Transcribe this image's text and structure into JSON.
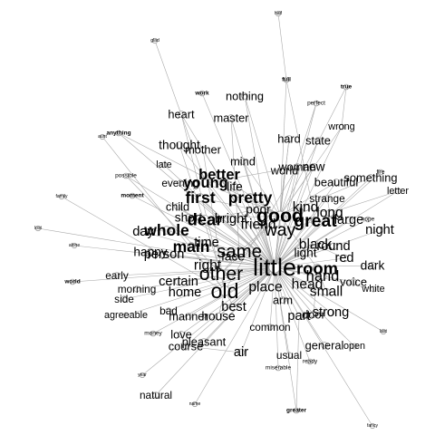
{
  "graph": {
    "nodes": [
      {
        "id": "half",
        "label": "half",
        "weight": 1,
        "bold": false
      },
      {
        "id": "glad",
        "label": "glad",
        "weight": 1,
        "bold": false
      },
      {
        "id": "full",
        "label": "full",
        "weight": 2,
        "bold": true
      },
      {
        "id": "true",
        "label": "true",
        "weight": 2,
        "bold": true
      },
      {
        "id": "work",
        "label": "work",
        "weight": 2,
        "bold": true
      },
      {
        "id": "nothing",
        "label": "nothing",
        "weight": 5,
        "bold": false
      },
      {
        "id": "perfect",
        "label": "perfect",
        "weight": 2,
        "bold": false
      },
      {
        "id": "heart",
        "label": "heart",
        "weight": 5,
        "bold": false
      },
      {
        "id": "master",
        "label": "master",
        "weight": 5,
        "bold": false
      },
      {
        "id": "wrong",
        "label": "wrong",
        "weight": 3,
        "bold": false
      },
      {
        "id": "aunt",
        "label": "aunt",
        "weight": 1,
        "bold": false
      },
      {
        "id": "anything",
        "label": "anything",
        "weight": 2,
        "bold": true
      },
      {
        "id": "hard",
        "label": "hard",
        "weight": 5,
        "bold": false
      },
      {
        "id": "state",
        "label": "state",
        "weight": 5,
        "bold": false
      },
      {
        "id": "thought",
        "label": "thought",
        "weight": 6,
        "bold": false
      },
      {
        "id": "mother",
        "label": "mother",
        "weight": 5,
        "bold": false
      },
      {
        "id": "mind",
        "label": "mind",
        "weight": 5,
        "bold": false
      },
      {
        "id": "woman",
        "label": "woman",
        "weight": 5,
        "bold": false
      },
      {
        "id": "new",
        "label": "new",
        "weight": 6,
        "bold": false
      },
      {
        "id": "world",
        "label": "world",
        "weight": 5,
        "bold": false
      },
      {
        "id": "late",
        "label": "late",
        "weight": 3,
        "bold": false
      },
      {
        "id": "possible",
        "label": "possible",
        "weight": 2,
        "bold": false
      },
      {
        "id": "better",
        "label": "better",
        "weight": 9,
        "bold": true
      },
      {
        "id": "young",
        "label": "young",
        "weight": 9,
        "bold": true
      },
      {
        "id": "life",
        "label": "life",
        "weight": 6,
        "bold": false
      },
      {
        "id": "evening",
        "label": "evening",
        "weight": 4,
        "bold": false
      },
      {
        "id": "beautiful",
        "label": "beautiful",
        "weight": 5,
        "bold": false
      },
      {
        "id": "something",
        "label": "something",
        "weight": 5,
        "bold": false
      },
      {
        "id": "fire",
        "label": "fire",
        "weight": 2,
        "bold": false
      },
      {
        "id": "moment",
        "label": "moment",
        "weight": 2,
        "bold": true
      },
      {
        "id": "family",
        "label": "family",
        "weight": 1,
        "bold": false
      },
      {
        "id": "first",
        "label": "first",
        "weight": 10,
        "bold": true
      },
      {
        "id": "pretty",
        "label": "pretty",
        "weight": 10,
        "bold": true
      },
      {
        "id": "strange",
        "label": "strange",
        "weight": 4,
        "bold": false
      },
      {
        "id": "letter",
        "label": "letter",
        "weight": 3,
        "bold": false
      },
      {
        "id": "child",
        "label": "child",
        "weight": 5,
        "bold": false
      },
      {
        "id": "poor",
        "label": "poor",
        "weight": 6,
        "bold": false
      },
      {
        "id": "kind",
        "label": "kind",
        "weight": 8,
        "bold": false
      },
      {
        "id": "long",
        "label": "long",
        "weight": 8,
        "bold": false
      },
      {
        "id": "hope",
        "label": "hope",
        "weight": 2,
        "bold": false
      },
      {
        "id": "good",
        "label": "good",
        "weight": 14,
        "bold": true
      },
      {
        "id": "dear",
        "label": "dear",
        "weight": 11,
        "bold": true
      },
      {
        "id": "night",
        "label": "night",
        "weight": 7,
        "bold": false
      },
      {
        "id": "large",
        "label": "large",
        "weight": 7,
        "bold": false
      },
      {
        "id": "great",
        "label": "great",
        "weight": 12,
        "bold": true
      },
      {
        "id": "short",
        "label": "short",
        "weight": 6,
        "bold": false
      },
      {
        "id": "bright",
        "label": "bright",
        "weight": 7,
        "bold": false
      },
      {
        "id": "friend",
        "label": "friend",
        "weight": 8,
        "bold": false
      },
      {
        "id": "lost",
        "label": "lost",
        "weight": 1,
        "bold": false
      },
      {
        "id": "whole",
        "label": "whole",
        "weight": 10,
        "bold": true
      },
      {
        "id": "way",
        "label": "way",
        "weight": 12,
        "bold": false
      },
      {
        "id": "day",
        "label": "day",
        "weight": 7,
        "bold": false
      },
      {
        "id": "light",
        "label": "light",
        "weight": 6,
        "bold": false
      },
      {
        "id": "black",
        "label": "black",
        "weight": 8,
        "bold": false
      },
      {
        "id": "round",
        "label": "round",
        "weight": 7,
        "bold": false
      },
      {
        "id": "alone",
        "label": "alone",
        "weight": 1,
        "bold": false
      },
      {
        "id": "happy",
        "label": "happy",
        "weight": 6,
        "bold": false
      },
      {
        "id": "time",
        "label": "time",
        "weight": 7,
        "bold": false
      },
      {
        "id": "main",
        "label": "main",
        "weight": 10,
        "bold": true
      },
      {
        "id": "person",
        "label": "person",
        "weight": 7,
        "bold": false
      },
      {
        "id": "same",
        "label": "same",
        "weight": 13,
        "bold": false
      },
      {
        "id": "little",
        "label": "little",
        "weight": 20,
        "bold": false
      },
      {
        "id": "room",
        "label": "room",
        "weight": 11,
        "bold": true
      },
      {
        "id": "red",
        "label": "red",
        "weight": 7,
        "bold": false
      },
      {
        "id": "hand",
        "label": "hand",
        "weight": 9,
        "bold": false
      },
      {
        "id": "dark",
        "label": "dark",
        "weight": 6,
        "bold": false
      },
      {
        "id": "early",
        "label": "early",
        "weight": 4,
        "bold": false
      },
      {
        "id": "right",
        "label": "right",
        "weight": 8,
        "bold": false
      },
      {
        "id": "face",
        "label": "face",
        "weight": 6,
        "bold": false
      },
      {
        "id": "other",
        "label": "other",
        "weight": 14,
        "bold": false
      },
      {
        "id": "head",
        "label": "head",
        "weight": 8,
        "bold": false
      },
      {
        "id": "world2",
        "label": "world",
        "weight": 2,
        "bold": true
      },
      {
        "id": "morning",
        "label": "morning",
        "weight": 4,
        "bold": false
      },
      {
        "id": "certain",
        "label": "certain",
        "weight": 7,
        "bold": false
      },
      {
        "id": "voice",
        "label": "voice",
        "weight": 5,
        "bold": false
      },
      {
        "id": "white",
        "label": "white",
        "weight": 3,
        "bold": false
      },
      {
        "id": "side",
        "label": "side",
        "weight": 4,
        "bold": false
      },
      {
        "id": "old",
        "label": "old",
        "weight": 16,
        "bold": false
      },
      {
        "id": "home",
        "label": "home",
        "weight": 7,
        "bold": false
      },
      {
        "id": "place",
        "label": "place",
        "weight": 8,
        "bold": false
      },
      {
        "id": "small",
        "label": "small",
        "weight": 8,
        "bold": false
      },
      {
        "id": "agreeable",
        "label": "agreeable",
        "weight": 3,
        "bold": false
      },
      {
        "id": "arm",
        "label": "arm",
        "weight": 5,
        "bold": false
      },
      {
        "id": "best",
        "label": "best",
        "weight": 7,
        "bold": false
      },
      {
        "id": "strong",
        "label": "strong",
        "weight": 7,
        "bold": false
      },
      {
        "id": "bad",
        "label": "bad",
        "weight": 4,
        "bold": false
      },
      {
        "id": "manner",
        "label": "manner",
        "weight": 5,
        "bold": false
      },
      {
        "id": "house",
        "label": "house",
        "weight": 6,
        "bold": false
      },
      {
        "id": "door",
        "label": "door",
        "weight": 5,
        "bold": false
      },
      {
        "id": "part",
        "label": "part",
        "weight": 7,
        "bold": false
      },
      {
        "id": "common",
        "label": "common",
        "weight": 4,
        "bold": false
      },
      {
        "id": "love",
        "label": "love",
        "weight": 5,
        "bold": false
      },
      {
        "id": "money",
        "label": "money",
        "weight": 2,
        "bold": false
      },
      {
        "id": "last",
        "label": "last",
        "weight": 1,
        "bold": false
      },
      {
        "id": "pleasant",
        "label": "pleasant",
        "weight": 5,
        "bold": false
      },
      {
        "id": "course",
        "label": "course",
        "weight": 5,
        "bold": false
      },
      {
        "id": "general",
        "label": "general",
        "weight": 5,
        "bold": false
      },
      {
        "id": "open",
        "label": "open",
        "weight": 3,
        "bold": false
      },
      {
        "id": "air",
        "label": "air",
        "weight": 7,
        "bold": false
      },
      {
        "id": "usual",
        "label": "usual",
        "weight": 4,
        "bold": false
      },
      {
        "id": "miserable",
        "label": "miserable",
        "weight": 2,
        "bold": false
      },
      {
        "id": "ready",
        "label": "ready",
        "weight": 2,
        "bold": false
      },
      {
        "id": "year",
        "label": "year",
        "weight": 1,
        "bold": false
      },
      {
        "id": "natural",
        "label": "natural",
        "weight": 4,
        "bold": false
      },
      {
        "id": "name",
        "label": "name",
        "weight": 1,
        "bold": false
      },
      {
        "id": "greater",
        "label": "greater",
        "weight": 2,
        "bold": true
      },
      {
        "id": "fancy",
        "label": "fancy",
        "weight": 1,
        "bold": false
      }
    ],
    "edges": [
      [
        "half",
        "full"
      ],
      [
        "glad",
        "young"
      ],
      [
        "full",
        "good"
      ],
      [
        "full",
        "great"
      ],
      [
        "true",
        "wrong"
      ],
      [
        "true",
        "good"
      ],
      [
        "work",
        "little"
      ],
      [
        "nothing",
        "little"
      ],
      [
        "nothing",
        "good"
      ],
      [
        "perfect",
        "good"
      ],
      [
        "perfect",
        "little"
      ],
      [
        "heart",
        "little"
      ],
      [
        "heart",
        "old"
      ],
      [
        "master",
        "little"
      ],
      [
        "master",
        "same"
      ],
      [
        "wrong",
        "little"
      ],
      [
        "wrong",
        "good"
      ],
      [
        "aunt",
        "old"
      ],
      [
        "anything",
        "little"
      ],
      [
        "anything",
        "good"
      ],
      [
        "hard",
        "little"
      ],
      [
        "hard",
        "good"
      ],
      [
        "state",
        "little"
      ],
      [
        "thought",
        "little"
      ],
      [
        "thought",
        "other"
      ],
      [
        "mother",
        "little"
      ],
      [
        "mother",
        "old"
      ],
      [
        "mind",
        "little"
      ],
      [
        "mind",
        "good"
      ],
      [
        "woman",
        "little"
      ],
      [
        "woman",
        "old"
      ],
      [
        "new",
        "little"
      ],
      [
        "new",
        "good"
      ],
      [
        "world",
        "little"
      ],
      [
        "late",
        "little"
      ],
      [
        "possible",
        "little"
      ],
      [
        "possible",
        "other"
      ],
      [
        "better",
        "little"
      ],
      [
        "better",
        "good"
      ],
      [
        "young",
        "little"
      ],
      [
        "young",
        "good"
      ],
      [
        "life",
        "little"
      ],
      [
        "evening",
        "little"
      ],
      [
        "beautiful",
        "little"
      ],
      [
        "beautiful",
        "good"
      ],
      [
        "something",
        "little"
      ],
      [
        "something",
        "good"
      ],
      [
        "fire",
        "little"
      ],
      [
        "moment",
        "little"
      ],
      [
        "family",
        "old"
      ],
      [
        "first",
        "little"
      ],
      [
        "first",
        "good"
      ],
      [
        "pretty",
        "little"
      ],
      [
        "pretty",
        "good"
      ],
      [
        "strange",
        "little"
      ],
      [
        "letter",
        "little"
      ],
      [
        "letter",
        "long"
      ],
      [
        "child",
        "little"
      ],
      [
        "poor",
        "little"
      ],
      [
        "kind",
        "little"
      ],
      [
        "long",
        "little"
      ],
      [
        "hope",
        "little"
      ],
      [
        "good",
        "little"
      ],
      [
        "good",
        "other"
      ],
      [
        "good",
        "same"
      ],
      [
        "good",
        "way"
      ],
      [
        "dear",
        "little"
      ],
      [
        "dear",
        "good"
      ],
      [
        "night",
        "little"
      ],
      [
        "large",
        "little"
      ],
      [
        "great",
        "little"
      ],
      [
        "great",
        "good"
      ],
      [
        "short",
        "little"
      ],
      [
        "bright",
        "little"
      ],
      [
        "friend",
        "little"
      ],
      [
        "friend",
        "good"
      ],
      [
        "lost",
        "little"
      ],
      [
        "whole",
        "little"
      ],
      [
        "whole",
        "same"
      ],
      [
        "way",
        "little"
      ],
      [
        "day",
        "little"
      ],
      [
        "light",
        "little"
      ],
      [
        "black",
        "little"
      ],
      [
        "round",
        "little"
      ],
      [
        "alone",
        "little"
      ],
      [
        "happy",
        "little"
      ],
      [
        "time",
        "little"
      ],
      [
        "main",
        "little"
      ],
      [
        "main",
        "old"
      ],
      [
        "person",
        "little"
      ],
      [
        "same",
        "little"
      ],
      [
        "same",
        "other"
      ],
      [
        "little",
        "room"
      ],
      [
        "little",
        "red"
      ],
      [
        "little",
        "hand"
      ],
      [
        "little",
        "dark"
      ],
      [
        "little",
        "early"
      ],
      [
        "little",
        "right"
      ],
      [
        "little",
        "face"
      ],
      [
        "little",
        "other"
      ],
      [
        "little",
        "head"
      ],
      [
        "little",
        "world2"
      ],
      [
        "little",
        "morning"
      ],
      [
        "little",
        "certain"
      ],
      [
        "little",
        "voice"
      ],
      [
        "little",
        "white"
      ],
      [
        "little",
        "side"
      ],
      [
        "little",
        "old"
      ],
      [
        "little",
        "home"
      ],
      [
        "little",
        "place"
      ],
      [
        "little",
        "small"
      ],
      [
        "little",
        "agreeable"
      ],
      [
        "little",
        "arm"
      ],
      [
        "little",
        "best"
      ],
      [
        "little",
        "strong"
      ],
      [
        "little",
        "bad"
      ],
      [
        "little",
        "manner"
      ],
      [
        "little",
        "house"
      ],
      [
        "little",
        "door"
      ],
      [
        "little",
        "part"
      ],
      [
        "little",
        "common"
      ],
      [
        "little",
        "love"
      ],
      [
        "little",
        "money"
      ],
      [
        "little",
        "last"
      ],
      [
        "little",
        "pleasant"
      ],
      [
        "little",
        "course"
      ],
      [
        "little",
        "general"
      ],
      [
        "little",
        "open"
      ],
      [
        "little",
        "air"
      ],
      [
        "little",
        "usual"
      ],
      [
        "little",
        "miserable"
      ],
      [
        "little",
        "ready"
      ],
      [
        "little",
        "year"
      ],
      [
        "little",
        "natural"
      ],
      [
        "little",
        "name"
      ],
      [
        "little",
        "greater"
      ],
      [
        "little",
        "fancy"
      ],
      [
        "other",
        "old"
      ],
      [
        "other",
        "right"
      ],
      [
        "old",
        "house"
      ],
      [
        "old",
        "best"
      ],
      [
        "room",
        "small"
      ],
      [
        "room",
        "door"
      ],
      [
        "great",
        "way"
      ],
      [
        "kind",
        "long"
      ],
      [
        "poor",
        "dear"
      ],
      [
        "young",
        "woman"
      ],
      [
        "good",
        "room"
      ],
      [
        "strange",
        "long"
      ],
      [
        "whole",
        "day"
      ],
      [
        "black",
        "red"
      ],
      [
        "head",
        "hand"
      ],
      [
        "air",
        "course"
      ],
      [
        "greater",
        "part"
      ]
    ]
  }
}
